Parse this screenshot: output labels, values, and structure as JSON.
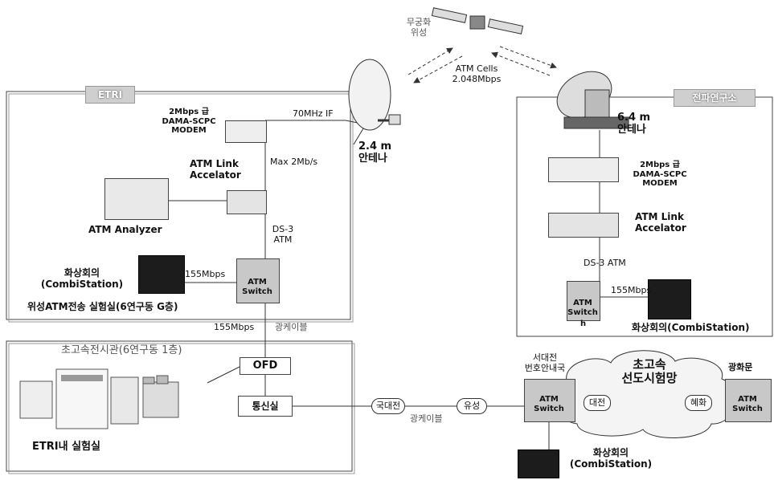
{
  "labels": {
    "satellite": "무궁화\n위성",
    "atm_cells": "ATM Cells\n2.048Mbps",
    "left_tag": "ETRI",
    "right_tag": "전파연구소",
    "if_label": "70MHz IF",
    "antenna_left": "2.4 m\n안테나",
    "antenna_right": "6.4 m\n안테나",
    "modem_left": "2Mbps 급\nDAMA-SCPC\nMODEM",
    "modem_right": "2Mbps 급\nDAMA-SCPC\nMODEM",
    "max_rate": "Max 2Mb/s",
    "alink_left": "ATM Link\nAccelator",
    "alink_right": "ATM Link\nAccelator",
    "analyzer": "ATM Analyzer",
    "ds3_left": "DS-3\nATM",
    "ds3_right": "DS-3 ATM",
    "vc_left": "화상회의\n(CombiStation)",
    "rate_155_left": "155Mbps",
    "switch_left": "ATM\nSwitch",
    "lab_left": "위성ATM전송 실험실(6연구동 G층)",
    "rate_155_right": "155Mbps",
    "switch_right": "ATM\nSwitch",
    "switch_right_suffix": "h",
    "vc_right": "화상회의(CombiStation)",
    "rate_155_mid": "155Mbps",
    "fiber_mid": "광케이블",
    "bottom_box_title": "초고속전시관(6연구동 1층)",
    "ofd": "OFD",
    "comm_room": "통신실",
    "etri_lab": "ETRI내 실험실",
    "daejeon_node": "국대전",
    "wired": "유성",
    "fiber_bottom": "광케이블",
    "sdj_label": "서대전\n번호안내국",
    "switch_bottom1": "ATM\nSwitch",
    "network_title": "초고속\n선도시험망",
    "daejeon_inner": "대전",
    "hyehwa_inner": "혜화",
    "kwanghwa": "광화문",
    "switch_bottom2": "ATM\nSwitch",
    "vc_bottom": "화상회의\n(CombiStation)"
  }
}
